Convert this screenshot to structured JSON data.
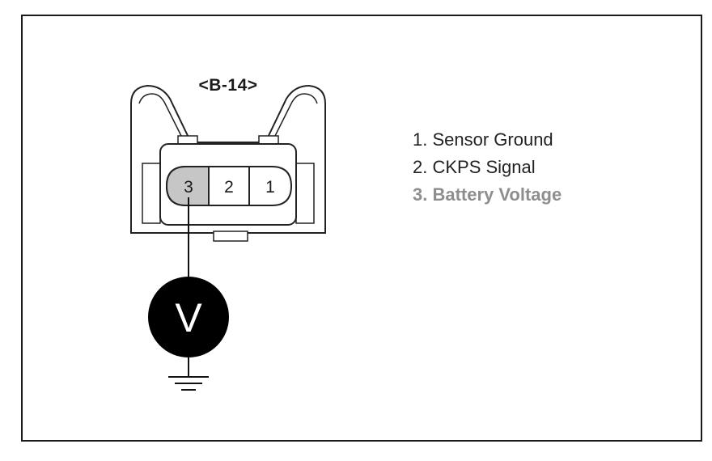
{
  "connector": {
    "label": "<B-14>",
    "pins": [
      "3",
      "2",
      "1"
    ],
    "highlighted_pin": "3",
    "highlight_color": "#c6c6c6"
  },
  "legend": {
    "items": [
      {
        "text": "1. Sensor Ground",
        "style": "normal"
      },
      {
        "text": "2. CKPS Signal",
        "style": "normal"
      },
      {
        "text": "3. Battery Voltage",
        "style": "highlight"
      }
    ],
    "normal_color": "#222222",
    "highlight_color": "#8e8e8e"
  },
  "meter": {
    "symbol": "V",
    "icon": "voltmeter-icon"
  },
  "ground": {
    "icon": "ground-icon"
  }
}
